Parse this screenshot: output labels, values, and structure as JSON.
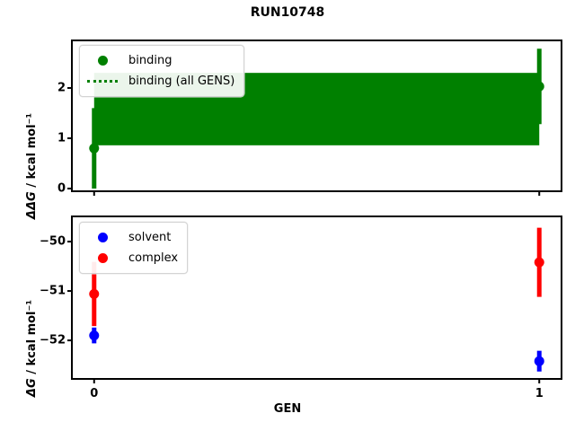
{
  "title": "RUN10748",
  "xlabel": "GEN",
  "colors": {
    "binding": "#008000",
    "solvent": "#0000ff",
    "complex": "#ff0000",
    "frame": "#000000",
    "legend_border": "#d3d3d3"
  },
  "chart_data": [
    {
      "type": "errorbar",
      "subplot": "top",
      "ylabel_math": "ΔΔG",
      "ylabel_rest": " / kcal mol⁻¹",
      "x": [
        0,
        1
      ],
      "xlim": [
        -0.05,
        1.05
      ],
      "ylim": [
        -0.054,
        2.946
      ],
      "yticks": [
        0,
        1,
        2
      ],
      "yticklabels": [
        "0",
        "1",
        "2"
      ],
      "xticks": [
        0,
        1
      ],
      "xticklabels": [],
      "grid": false,
      "legend_position": "upper-left",
      "series": [
        {
          "name": "binding",
          "color": "#008000",
          "marker": "circle",
          "y": [
            0.8,
            2.03
          ],
          "yerr": [
            0.8,
            0.75
          ]
        },
        {
          "name": "binding (all GENS)",
          "color": "#008000",
          "style": "band",
          "band_x": [
            0,
            1
          ],
          "band_lo": 0.86,
          "band_hi": 2.3,
          "band_center": 1.58,
          "line_style": "dotted"
        }
      ],
      "legend": [
        {
          "label": "binding",
          "glyph": "dot",
          "color": "#008000"
        },
        {
          "label": "binding (all GENS)",
          "glyph": "dotted-line",
          "color": "#008000"
        }
      ]
    },
    {
      "type": "errorbar",
      "subplot": "bottom",
      "ylabel_math": "ΔG",
      "ylabel_rest": " / kcal mol⁻¹",
      "xlabel": "GEN",
      "x": [
        0,
        1
      ],
      "xlim": [
        -0.05,
        1.05
      ],
      "ylim": [
        -52.78,
        -49.49
      ],
      "yticks": [
        -50,
        -51,
        -52
      ],
      "yticklabels": [
        "−50",
        "−51",
        "−52"
      ],
      "xticks": [
        0,
        1
      ],
      "xticklabels": [
        "0",
        "1"
      ],
      "grid": false,
      "legend_position": "upper-left",
      "series": [
        {
          "name": "solvent",
          "color": "#0000ff",
          "marker": "circle",
          "y": [
            -51.9,
            -52.42
          ],
          "yerr": [
            0.16,
            0.21
          ]
        },
        {
          "name": "complex",
          "color": "#ff0000",
          "marker": "circle",
          "y": [
            -51.06,
            -50.42
          ],
          "yerr": [
            0.65,
            0.7
          ]
        }
      ],
      "legend": [
        {
          "label": "solvent",
          "glyph": "dot",
          "color": "#0000ff"
        },
        {
          "label": "complex",
          "glyph": "dot",
          "color": "#ff0000"
        }
      ]
    }
  ]
}
